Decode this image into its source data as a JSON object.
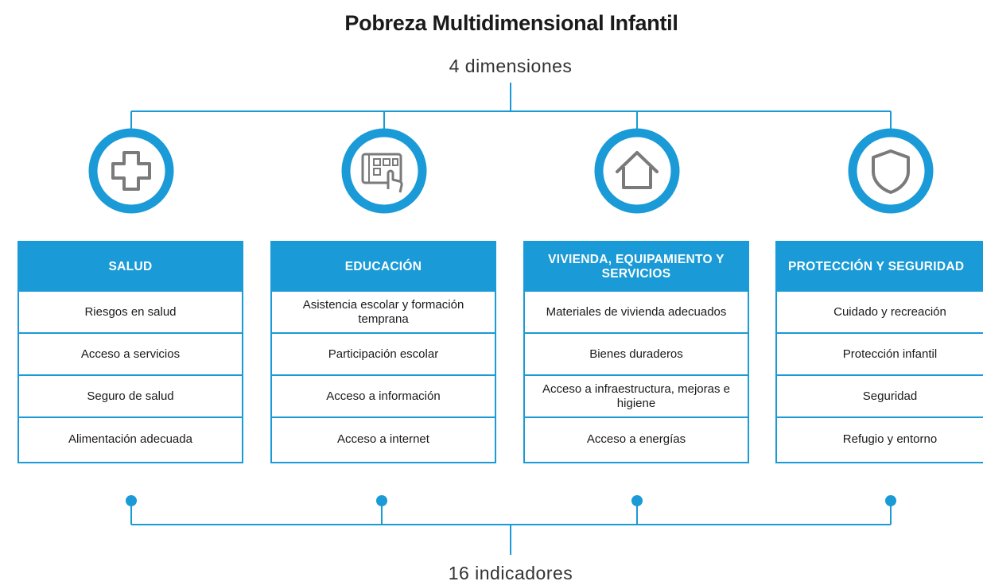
{
  "title": "Pobreza Multidimensional Infantil",
  "subtitle": "4 dimensiones",
  "footer": "16 indicadores",
  "colors": {
    "accent": "#1a9ad6",
    "icon": "#7a7a7a"
  },
  "dimensions": [
    {
      "icon": "health-cross-icon",
      "title": "SALUD",
      "indicators": [
        "Riesgos en salud",
        "Acceso a servicios",
        "Seguro de salud",
        "Alimentación adecuada"
      ]
    },
    {
      "icon": "education-tablet-icon",
      "title": "EDUCACIÓN",
      "indicators": [
        "Asistencia escolar y formación temprana",
        "Participación escolar",
        "Acceso a información",
        "Acceso a internet"
      ]
    },
    {
      "icon": "house-icon",
      "title": "VIVIENDA, EQUIPAMIENTO Y SERVICIOS",
      "indicators": [
        "Materiales de vivienda adecuados",
        "Bienes duraderos",
        "Acceso a infraestructura, mejoras e higiene",
        "Acceso a energías"
      ]
    },
    {
      "icon": "shield-icon",
      "title": "PROTECCIÓN Y SEGURIDAD",
      "indicators": [
        "Cuidado y recreación",
        "Protección infantil",
        "Seguridad",
        "Refugio y entorno"
      ]
    }
  ]
}
